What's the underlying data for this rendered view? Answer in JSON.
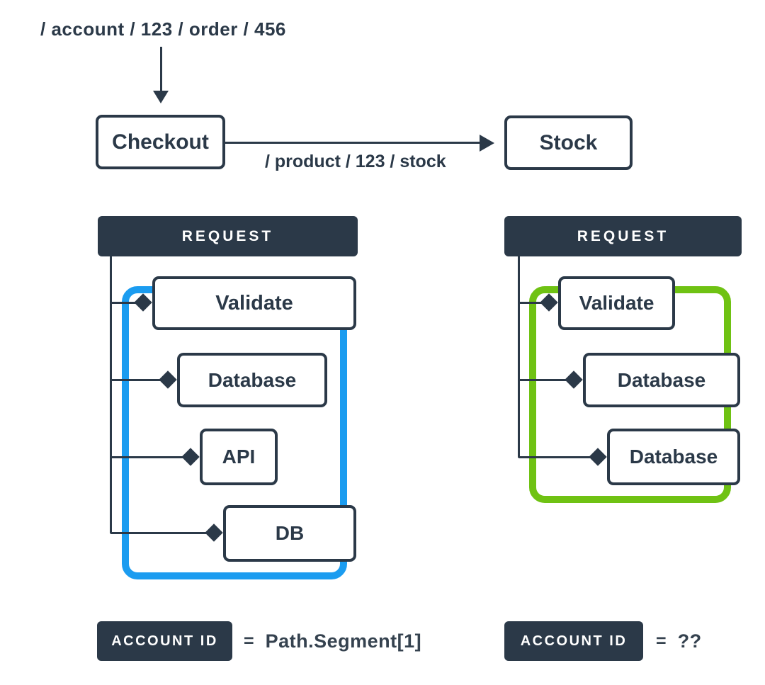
{
  "colors": {
    "navy": "#2b3948",
    "trace_blue": "#1b9cf0",
    "trace_green": "#6fc213",
    "background": "#ffffff",
    "value_text": "#35424f"
  },
  "flow": {
    "incoming_path": "/ account / 123 / order / 456",
    "checkout_label": "Checkout",
    "outgoing_path": "/ product / 123 / stock",
    "stock_label": "Stock"
  },
  "left_panel": {
    "header": "REQUEST",
    "trace_color": "#1b9cf0",
    "steps": [
      "Validate",
      "Database",
      "API",
      "DB"
    ],
    "account_id": {
      "badge": "ACCOUNT ID",
      "equals": "=",
      "value": "Path.Segment[1]"
    }
  },
  "right_panel": {
    "header": "REQUEST",
    "trace_color": "#6fc213",
    "steps": [
      "Validate",
      "Database",
      "Database"
    ],
    "account_id": {
      "badge": "ACCOUNT ID",
      "equals": "=",
      "value": "??"
    }
  }
}
